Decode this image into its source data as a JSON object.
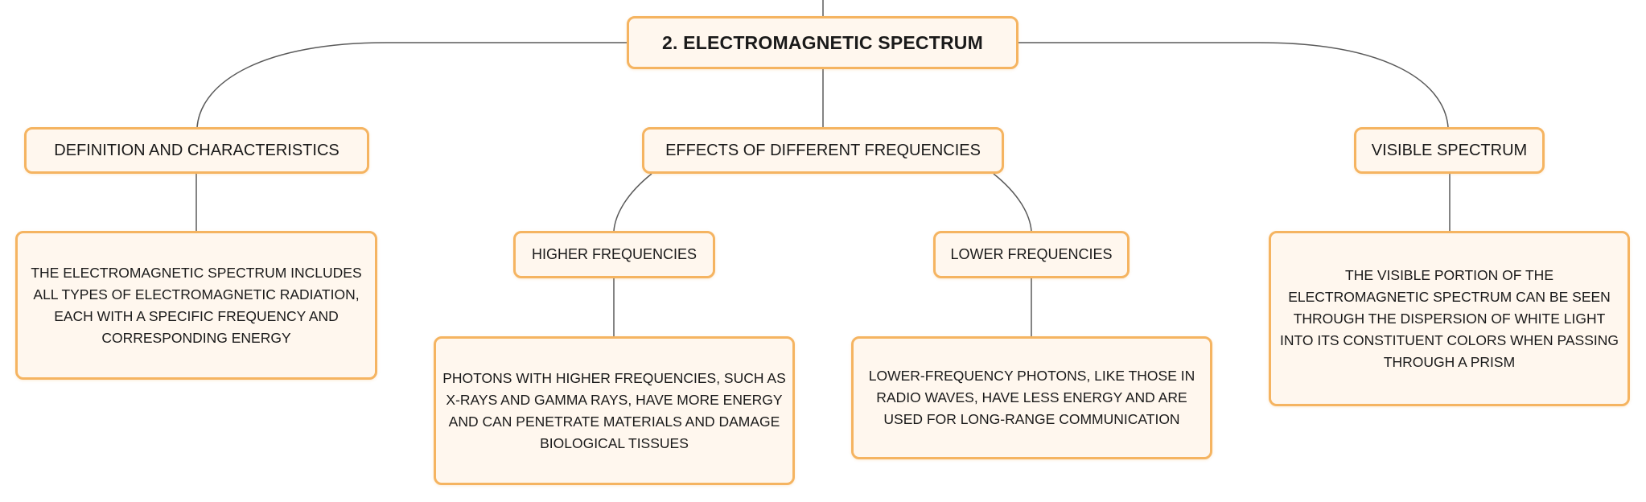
{
  "diagram": {
    "root": "2. ELECTROMAGNETIC SPECTRUM",
    "branches": {
      "definition": {
        "label": "DEFINITION AND CHARACTERISTICS",
        "detail": "THE ELECTROMAGNETIC SPECTRUM INCLUDES ALL TYPES OF ELECTROMAGNETIC RADIATION, EACH WITH A SPECIFIC FREQUENCY AND CORRESPONDING ENERGY"
      },
      "effects": {
        "label": "EFFECTS OF DIFFERENT FREQUENCIES",
        "higher": {
          "label": "HIGHER FREQUENCIES",
          "detail": "PHOTONS WITH HIGHER FREQUENCIES, SUCH AS X-RAYS AND GAMMA RAYS, HAVE MORE ENERGY AND CAN PENETRATE MATERIALS AND DAMAGE BIOLOGICAL TISSUES"
        },
        "lower": {
          "label": "LOWER FREQUENCIES",
          "detail": "LOWER-FREQUENCY PHOTONS, LIKE THOSE IN RADIO WAVES, HAVE LESS ENERGY AND ARE USED FOR LONG-RANGE COMMUNICATION"
        }
      },
      "visible": {
        "label": "VISIBLE SPECTRUM",
        "detail": "THE VISIBLE PORTION OF THE ELECTROMAGNETIC SPECTRUM CAN BE SEEN THROUGH THE DISPERSION OF WHITE LIGHT INTO ITS CONSTITUENT COLORS WHEN PASSING THROUGH A PRISM"
      }
    }
  },
  "colors": {
    "node_border": "#f5b461",
    "node_fill": "#fff7ee",
    "connector": "#5a5a5a",
    "text": "#1a1a1a"
  }
}
